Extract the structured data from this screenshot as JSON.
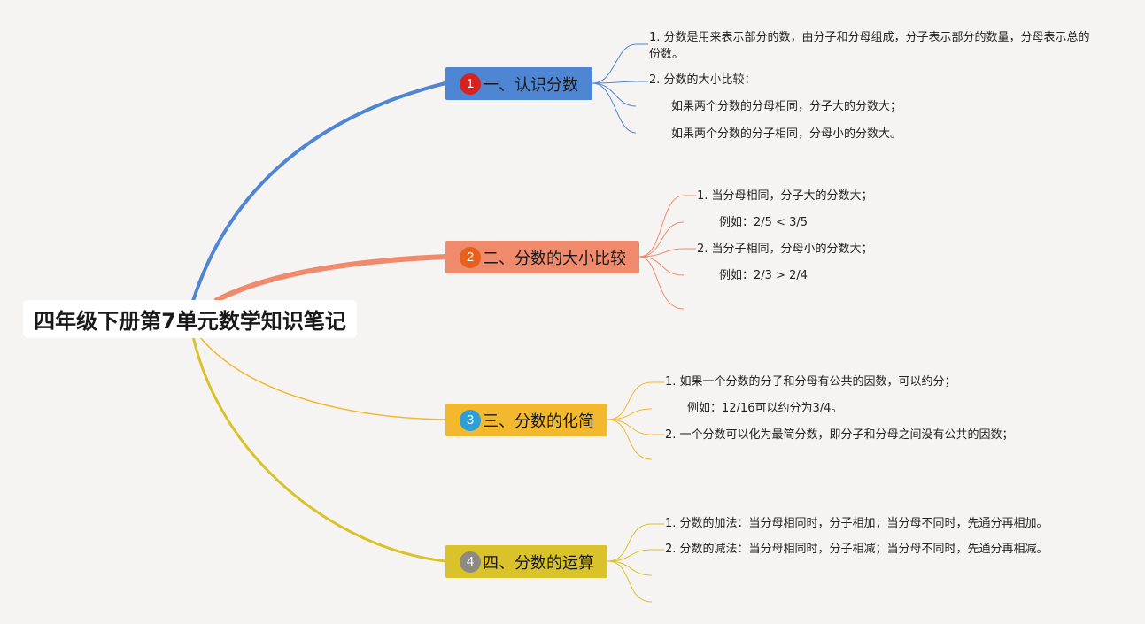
{
  "root": {
    "title": "四年级下册第7单元数学知识笔记"
  },
  "branches": [
    {
      "num": "1",
      "label": "一、认识分数",
      "color": "#4f86d4",
      "num_color": "#d6231f",
      "leaves": [
        "1. 分数是用来表示部分的数，由分子和分母组成，分子表示部分的数量，分母表示总的份数。",
        "2. 分数的大小比较：",
        "如果两个分数的分母相同，分子大的分数大；",
        "如果两个分数的分子相同，分母小的分数大。"
      ]
    },
    {
      "num": "2",
      "label": "二、分数的大小比较",
      "color": "#ef8a6c",
      "num_color": "#e8601e",
      "leaves": [
        "1. 当分母相同，分子大的分数大；",
        "例如：2/5 < 3/5",
        "2. 当分子相同，分母小的分数大；",
        "例如：2/3 > 2/4",
        ""
      ]
    },
    {
      "num": "3",
      "label": "三、分数的化简",
      "color": "#f2b92e",
      "num_color": "#2a9fd8",
      "leaves": [
        "1. 如果一个分数的分子和分母有公共的因数，可以约分；",
        "例如：12/16可以约分为3/4。",
        "2. 一个分数可以化为最简分数，即分子和分母之间没有公共的因数；",
        ""
      ]
    },
    {
      "num": "4",
      "label": "四、分数的运算",
      "color": "#d9c22a",
      "num_color": "#8d8a86",
      "leaves": [
        "1. 分数的加法：当分母相同时，分子相加；当分母不同时，先通分再相加。",
        "2. 分数的减法：当分母相同时，分子相减；当分母不同时，先通分再相减。",
        "",
        ""
      ]
    }
  ]
}
